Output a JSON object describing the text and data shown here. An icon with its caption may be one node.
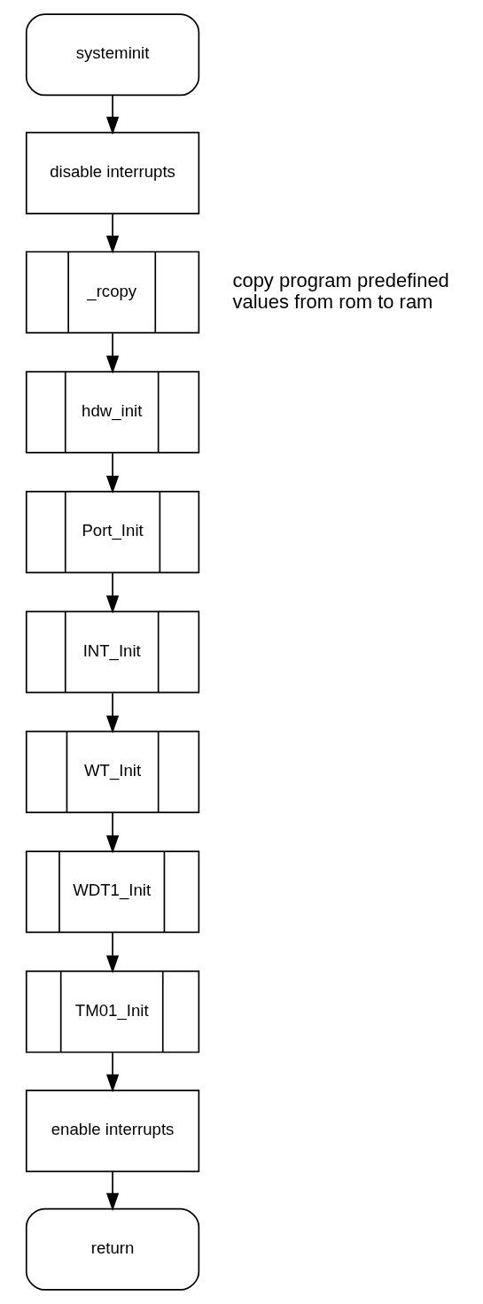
{
  "diagram": {
    "nodes": [
      {
        "text": [
          "systeminit"
        ]
      },
      {
        "text": [
          "disable interrupts"
        ]
      },
      {
        "text": [
          "_rcopy"
        ],
        "beside": [
          "copy program predefined values from rom to ram"
        ]
      },
      {
        "text": [
          "hdw_init"
        ]
      },
      {
        "text": [
          "Port_Init"
        ]
      },
      {
        "text": [
          "INT_Init"
        ]
      },
      {
        "text": [
          "WT_Init"
        ]
      },
      {
        "text": [
          "WDT1_Init"
        ]
      },
      {
        "text": [
          "TM01_Init"
        ]
      },
      {
        "text": [
          "enable interrupts"
        ]
      },
      {
        "text": [
          "return"
        ]
      }
    ],
    "edges": [
      {
        "from": 0,
        "to": 1,
        "arrow": "to"
      },
      {
        "from": 1,
        "to": 2,
        "arrow": "to"
      },
      {
        "from": 2,
        "to": 3,
        "arrow": "to"
      },
      {
        "from": 3,
        "to": 4,
        "arrow": "to"
      },
      {
        "from": 4,
        "to": 5,
        "arrow": "to"
      },
      {
        "from": 5,
        "to": 6,
        "arrow": "to"
      },
      {
        "from": 6,
        "to": 7,
        "arrow": "to"
      },
      {
        "from": 7,
        "to": 8,
        "arrow": "to"
      },
      {
        "from": 8,
        "to": 9,
        "arrow": "to"
      },
      {
        "from": 9,
        "to": 10,
        "arrow": "to"
      }
    ]
  }
}
